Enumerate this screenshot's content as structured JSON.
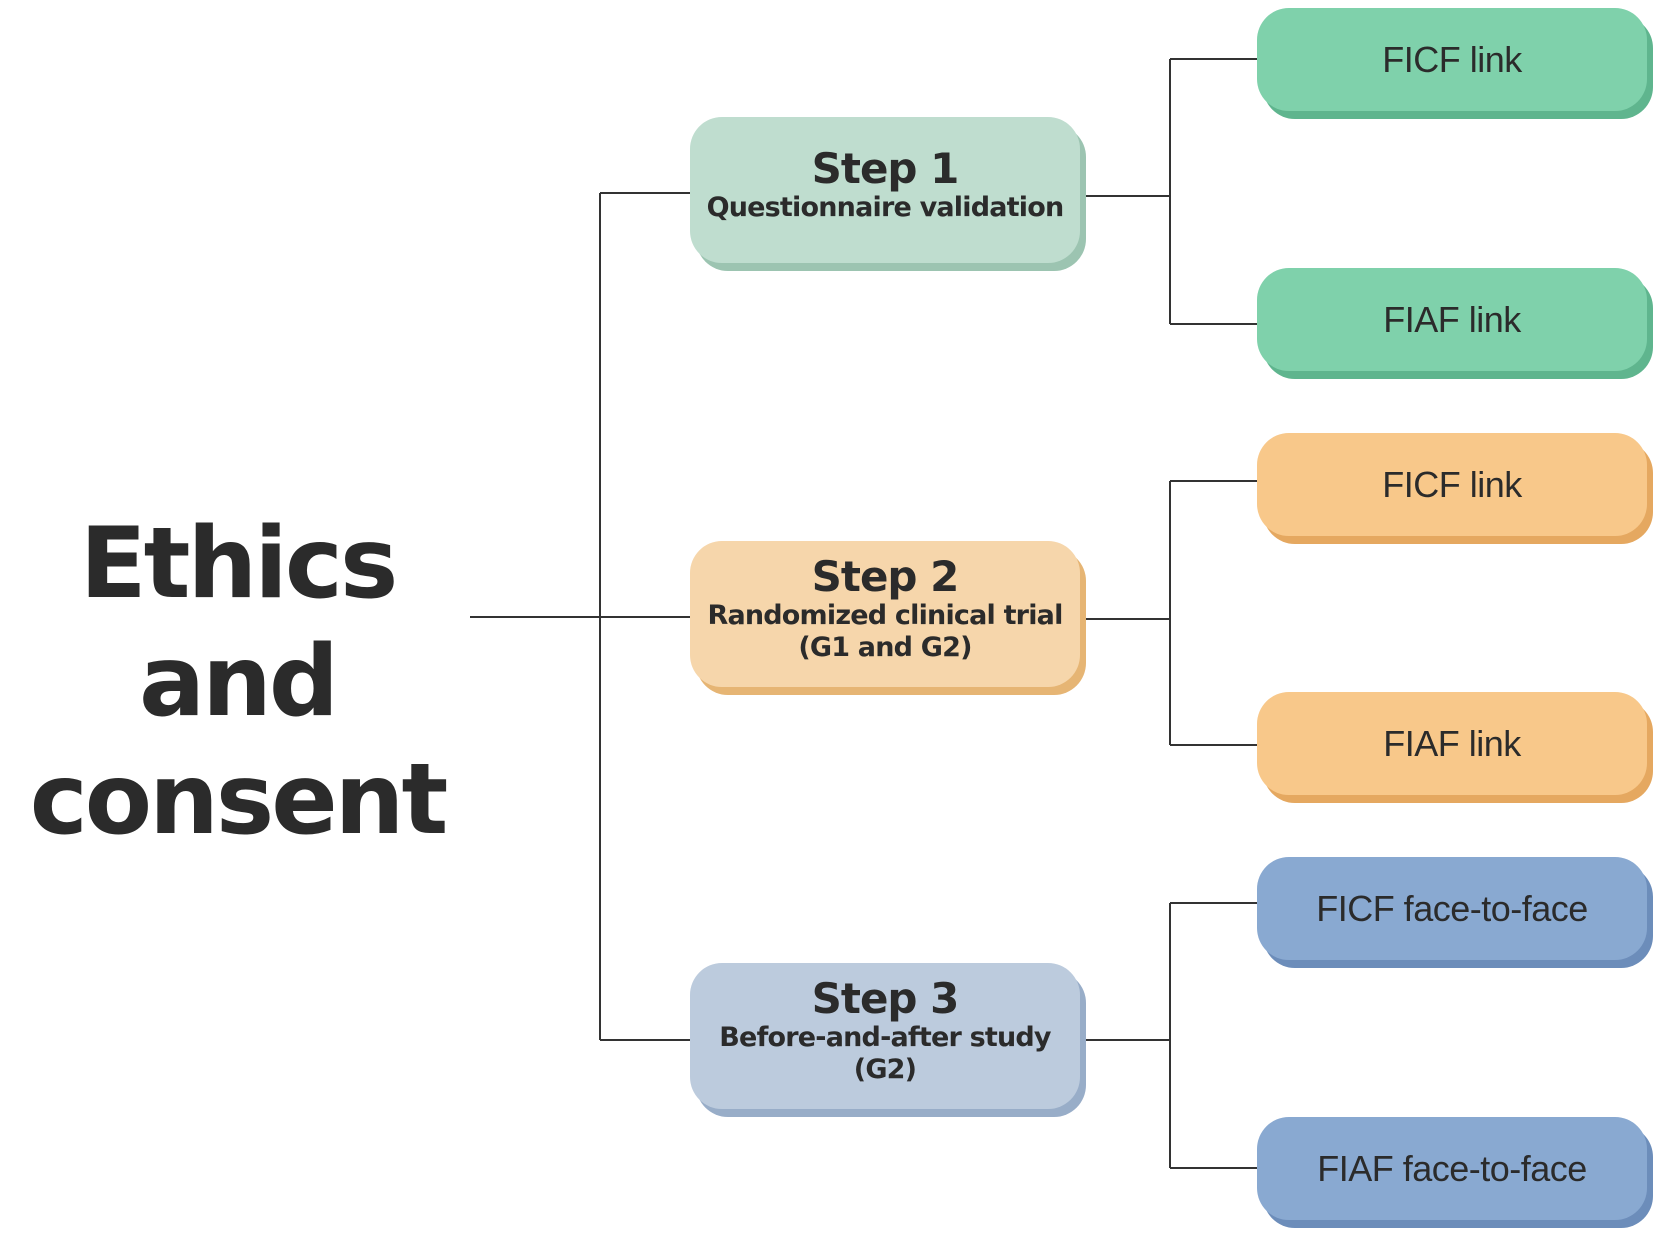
{
  "root": {
    "title": "Ethics and\nconsent"
  },
  "steps": [
    {
      "title": "Step 1",
      "subtitle": "Questionnaire validation",
      "color": "#bfddcf",
      "children": [
        {
          "label": "FICF link",
          "color": "#7fd1ab"
        },
        {
          "label": "FIAF link",
          "color": "#7fd1ab"
        }
      ]
    },
    {
      "title": "Step 2",
      "subtitle": "Randomized clinical trial\n(G1 and G2)",
      "color": "#f6d6ab",
      "children": [
        {
          "label": "FICF link",
          "color": "#f8c88a"
        },
        {
          "label": "FIAF link",
          "color": "#f8c88a"
        }
      ]
    },
    {
      "title": "Step 3",
      "subtitle": "Before-and-after study\n(G2)",
      "color": "#bccbdd",
      "children": [
        {
          "label": "FICF face-to-face",
          "color": "#89a9d1"
        },
        {
          "label": "FIAF face-to-face",
          "color": "#89a9d1"
        }
      ]
    }
  ]
}
